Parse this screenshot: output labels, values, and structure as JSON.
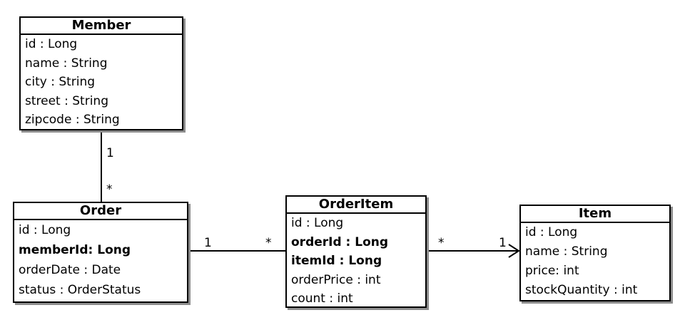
{
  "classes": {
    "member": {
      "name": "Member",
      "attributes": [
        "id : Long",
        "name : String",
        "city : String",
        "street : String",
        "zipcode : String"
      ]
    },
    "order": {
      "name": "Order",
      "attributes": [
        "id : Long",
        "memberId: Long",
        "orderDate : Date",
        "status : OrderStatus"
      ]
    },
    "orderitem": {
      "name": "OrderItem",
      "attributes": [
        "id : Long",
        "orderId : Long",
        "itemId : Long",
        "orderPrice : int",
        "count : int"
      ]
    },
    "item": {
      "name": "Item",
      "attributes": [
        "id : Long",
        "name : String",
        "price: int",
        "stockQuantity : int"
      ]
    }
  },
  "associations": {
    "member_order": {
      "member_end": "1",
      "order_end": "*"
    },
    "order_orderitem": {
      "order_end": "1",
      "orderitem_end": "*"
    },
    "orderitem_item": {
      "orderitem_end": "*",
      "item_end": "1"
    }
  }
}
